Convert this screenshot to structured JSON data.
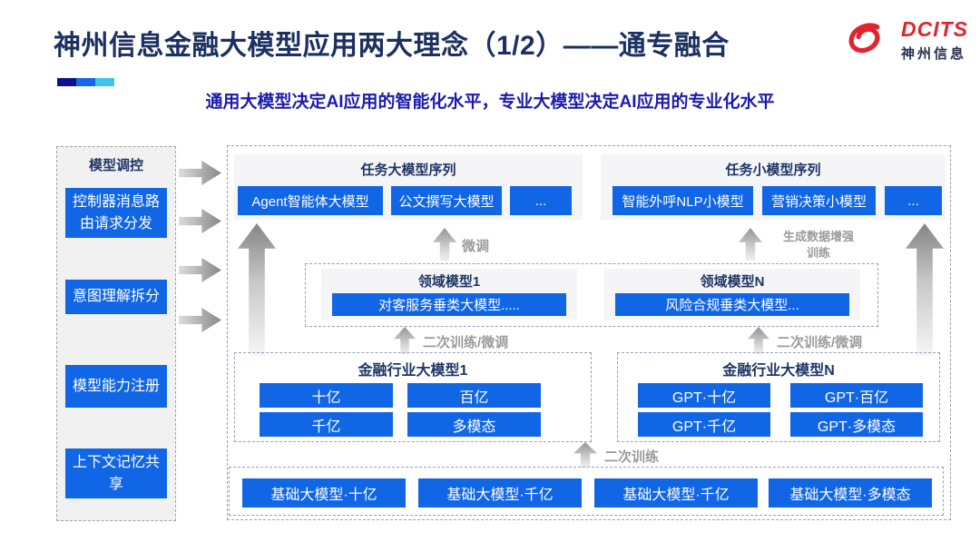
{
  "header": {
    "title": "神州信息金融大模型应用两大理念（1/2）——通专融合",
    "subtitle": "通用大模型决定AI应用的智能化水平，专业大模型决定AI应用的专业化水平",
    "logo": {
      "brand": "DCITS",
      "brand_cn": "神州信息"
    },
    "accent_bar_colors": [
      "#10108e",
      "#1569e6",
      "#41c3ea"
    ]
  },
  "colors": {
    "button_blue": "#1166e5",
    "heading_navy": "#1e3565",
    "subtitle_blue": "#1b1bb0",
    "logo_red": "#e02430",
    "label_gray": "#9b9b9b"
  },
  "sidebar": {
    "title": "模型调控",
    "items": [
      "控制器消息路由请求分发",
      "意图理解拆分",
      "模型能力注册",
      "上下文记忆共享"
    ]
  },
  "task_panels": [
    {
      "title": "任务大模型序列",
      "items": [
        "Agent智能体大模型",
        "公文撰写大模型",
        "..."
      ]
    },
    {
      "title": "任务小模型序列",
      "items": [
        "智能外呼NLP小模型",
        "营销决策小模型",
        "..."
      ]
    }
  ],
  "domain_panels": [
    {
      "title": "领域模型1",
      "item": "对客服务垂类大模型....."
    },
    {
      "title": "领域模型N",
      "item": "风险合规垂类大模型..."
    }
  ],
  "industry_panels": [
    {
      "title": "金融行业大模型1",
      "items": [
        "十亿",
        "百亿",
        "千亿",
        "多模态"
      ]
    },
    {
      "title": "金融行业大模型N",
      "items": [
        "GPT·十亿",
        "GPT·百亿",
        "GPT·千亿",
        "GPT·多模态"
      ]
    }
  ],
  "base_models": [
    "基础大模型·十亿",
    "基础大模型·千亿",
    "基础大模型·千亿",
    "基础大模型·多模态"
  ],
  "flow_labels": {
    "fine_tune": "微调",
    "gen_data_line1": "生成数据增强",
    "gen_data_line2": "训练",
    "retrain_left": "二次训练/微调",
    "retrain_right": "二次训练/微调",
    "retrain_bottom": "二次训练"
  }
}
